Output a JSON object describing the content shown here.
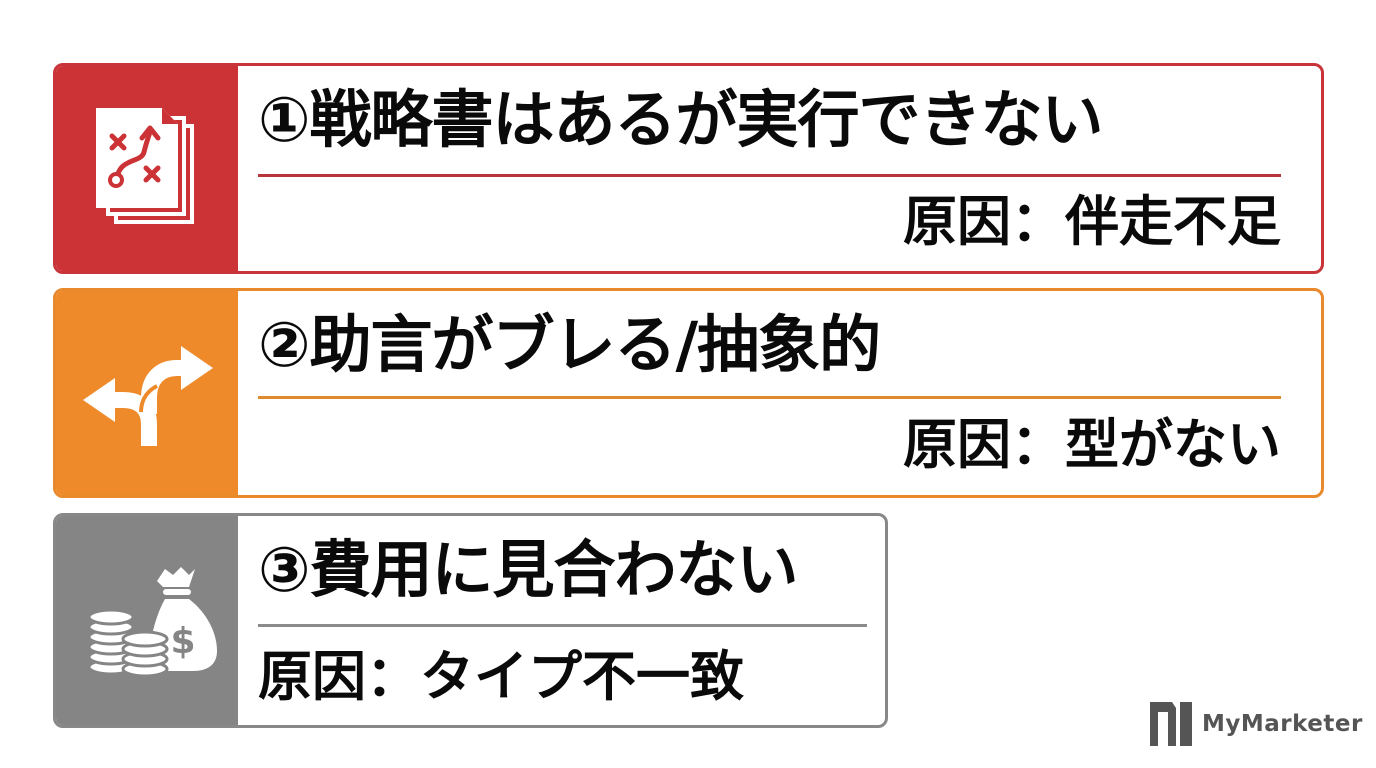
{
  "colors": {
    "red": "#cc3336",
    "orange": "#ee8a2a",
    "gray": "#858585",
    "text": "#0a0a0a",
    "brand": "#555555"
  },
  "items": [
    {
      "number": "①",
      "title": "①戦略書はあるが実行できない",
      "cause": "原因：伴走不足",
      "icon": "strategy-document-icon",
      "accent": "red"
    },
    {
      "number": "②",
      "title": "②助言がブレる/抽象的",
      "cause": "原因：型がない",
      "icon": "diverging-arrows-icon",
      "accent": "orange"
    },
    {
      "number": "③",
      "title": "③費用に見合わない",
      "cause": "原因：タイプ不一致",
      "icon": "money-bag-coins-icon",
      "accent": "gray"
    }
  ],
  "brand": {
    "name": "MyMarketer",
    "logo": "mymarketer-logo-icon"
  }
}
